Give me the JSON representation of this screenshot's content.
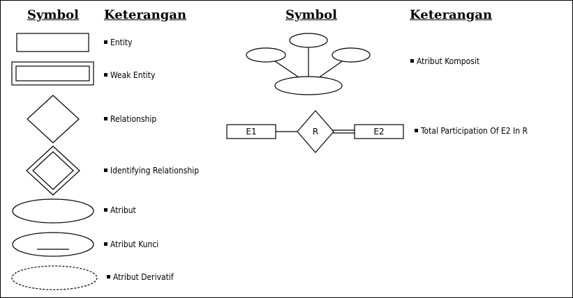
{
  "headers": {
    "left_symbol": "Symbol",
    "left_keterangan": "Keterangan",
    "right_symbol": "Symbol",
    "right_keterangan": "Keterangan"
  },
  "legend": [
    {
      "shape": "entity",
      "label": "Entity"
    },
    {
      "shape": "weak-entity",
      "label": "Weak Entity"
    },
    {
      "shape": "relationship",
      "label": "Relationship"
    },
    {
      "shape": "identifying-relationship",
      "label": "Identifying Relationship"
    },
    {
      "shape": "attribute",
      "label": "Atribut"
    },
    {
      "shape": "key-attribute",
      "label": "Atribut Kunci"
    },
    {
      "shape": "derived-attribute",
      "label": "Atribut Derivatif"
    },
    {
      "shape": "composite-attribute",
      "label": "Atribut Komposit"
    },
    {
      "shape": "total-participation",
      "label": "Total Participation Of E2 In R"
    }
  ],
  "participation_example": {
    "entity1": "E1",
    "relationship": "R",
    "entity2": "E2"
  }
}
